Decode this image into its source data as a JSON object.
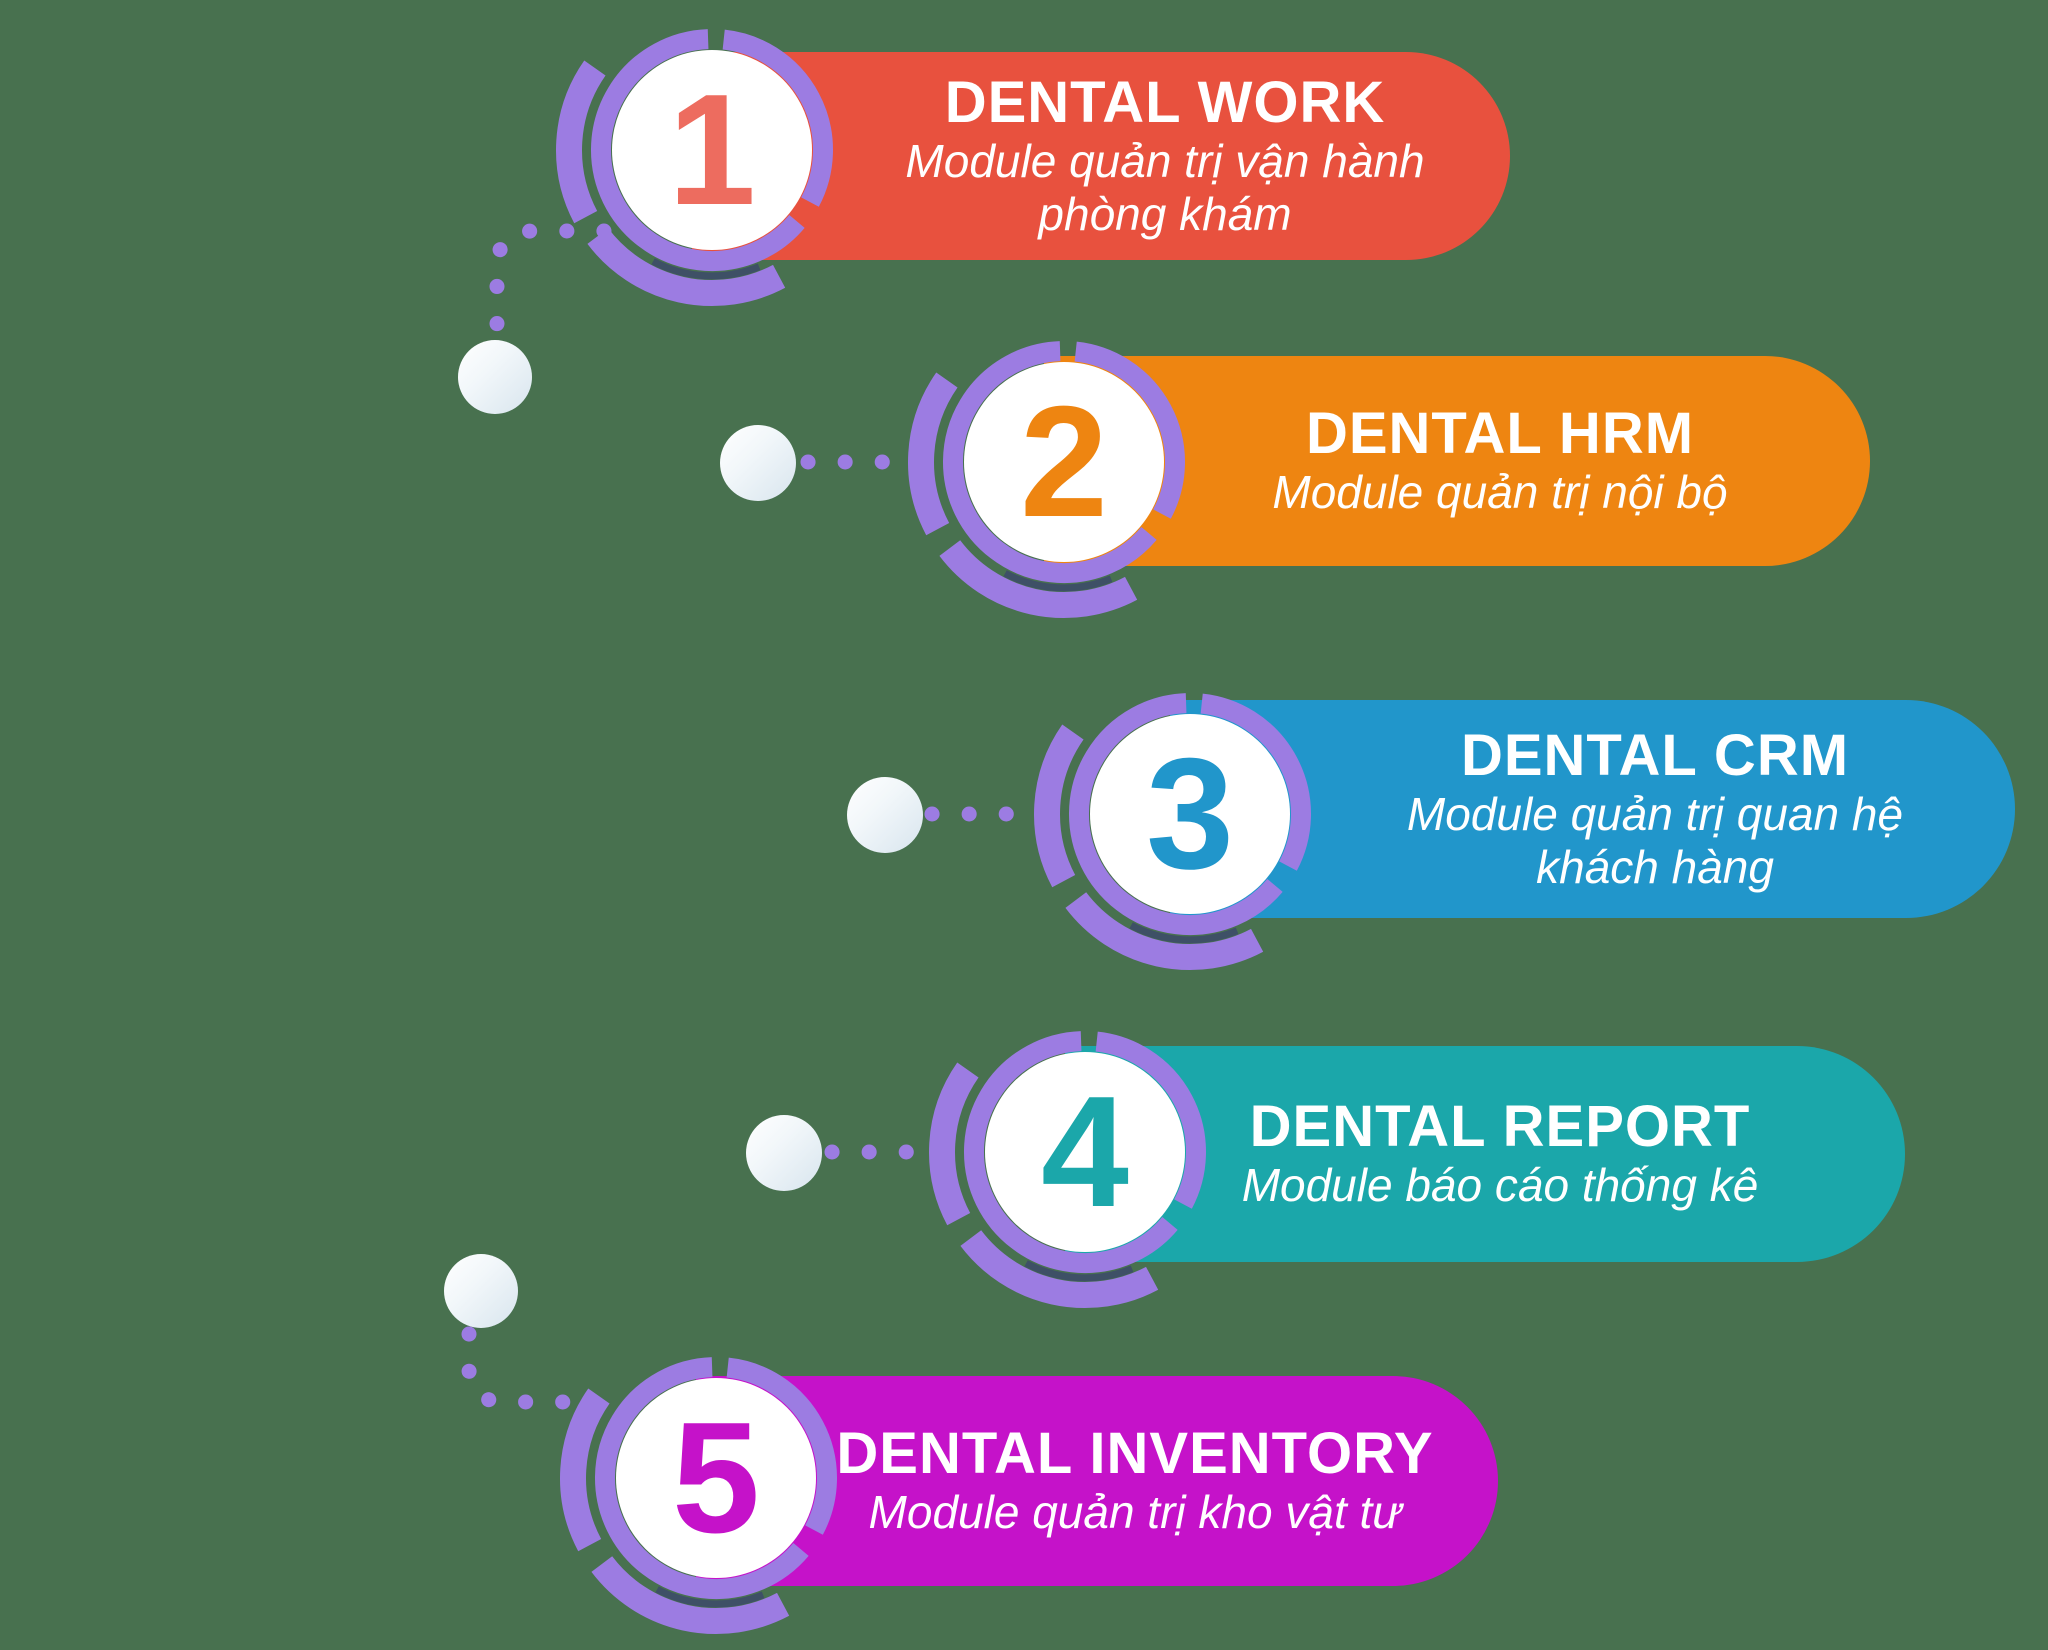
{
  "background_color": "#48714F",
  "accent": {
    "purple": "#9C7CE2",
    "slate": "#3E5066",
    "ball_light": "#FFFFFF",
    "ball_dark": "#D8E5EE",
    "text_color": "#FFFFFF"
  },
  "items": [
    {
      "number": "1",
      "title": "DENTAL WORK",
      "subtitle_lines": [
        "Module quản trị vận hành",
        "phòng khám"
      ],
      "color": "#E8513E",
      "number_color": "#ED6C5F"
    },
    {
      "number": "2",
      "title": "DENTAL HRM",
      "subtitle_lines": [
        "Module quản trị nội bộ"
      ],
      "color": "#EE8511",
      "number_color": "#EE8511"
    },
    {
      "number": "3",
      "title": "DENTAL CRM",
      "subtitle_lines": [
        "Module quản trị quan hệ",
        "khách hàng"
      ],
      "color": "#2196CB",
      "number_color": "#2196CB"
    },
    {
      "number": "4",
      "title": "DENTAL REPORT",
      "subtitle_lines": [
        "Module báo cáo thống kê"
      ],
      "color": "#1BA7AA",
      "number_color": "#1BA7AA"
    },
    {
      "number": "5",
      "title": "DENTAL INVENTORY",
      "subtitle_lines": [
        "Module quản trị kho vật tư"
      ],
      "color": "#C512C9",
      "number_color": "#C512C9"
    }
  ]
}
